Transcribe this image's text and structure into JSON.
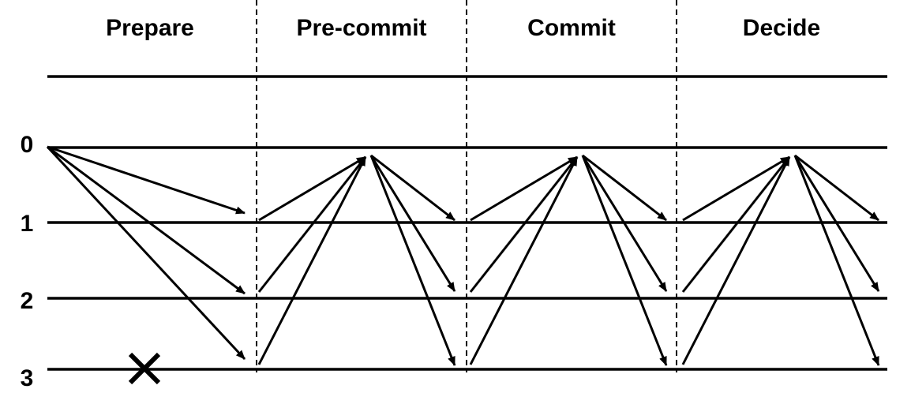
{
  "phases": [
    {
      "label": "Prepare"
    },
    {
      "label": "Pre-commit"
    },
    {
      "label": "Commit"
    },
    {
      "label": "Decide"
    }
  ],
  "nodes": [
    {
      "label": "0"
    },
    {
      "label": "1"
    },
    {
      "label": "2"
    },
    {
      "label": "3"
    }
  ],
  "failed_node": "3",
  "failure_marker_icon": "x-mark-icon",
  "colors": {
    "line": "#000000",
    "background": "#ffffff"
  }
}
